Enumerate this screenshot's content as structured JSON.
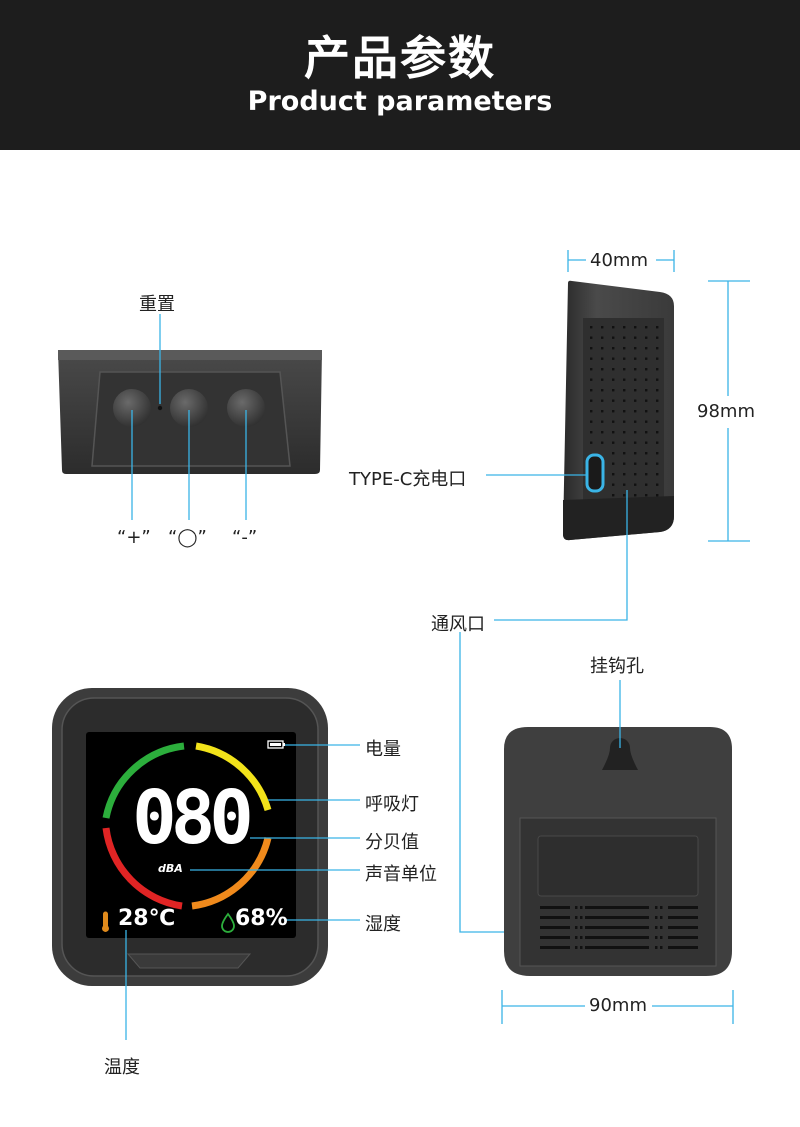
{
  "header": {
    "title_cn": "产品参数",
    "title_en": "Product parameters"
  },
  "top_view": {
    "reset_label": "重置",
    "button_labels": [
      "“+”",
      "“◯”",
      "“-”"
    ]
  },
  "side_view": {
    "width_label": "40mm",
    "height_label": "98mm",
    "port_label": "TYPE-C充电口",
    "vent_label": "通风口"
  },
  "front_view": {
    "display_digits": "080",
    "unit_text": "dBA",
    "temperature_text": "28℃",
    "humidity_text": "68%",
    "callouts": {
      "battery": "电量",
      "breathing_light": "呼吸灯",
      "decibel_value": "分贝值",
      "sound_unit": "声音单位",
      "humidity": "湿度",
      "temperature": "温度"
    }
  },
  "back_view": {
    "hook_label": "挂钩孔",
    "width_label": "90mm"
  },
  "colors": {
    "header_bg": "#1d1d1d",
    "callout_line": "#3ab4e6",
    "device_body": "#3a3a3a",
    "arc_green": "#2cae3c",
    "arc_yellow": "#f2e31a",
    "arc_orange": "#f08a1c",
    "arc_red": "#e02424"
  }
}
